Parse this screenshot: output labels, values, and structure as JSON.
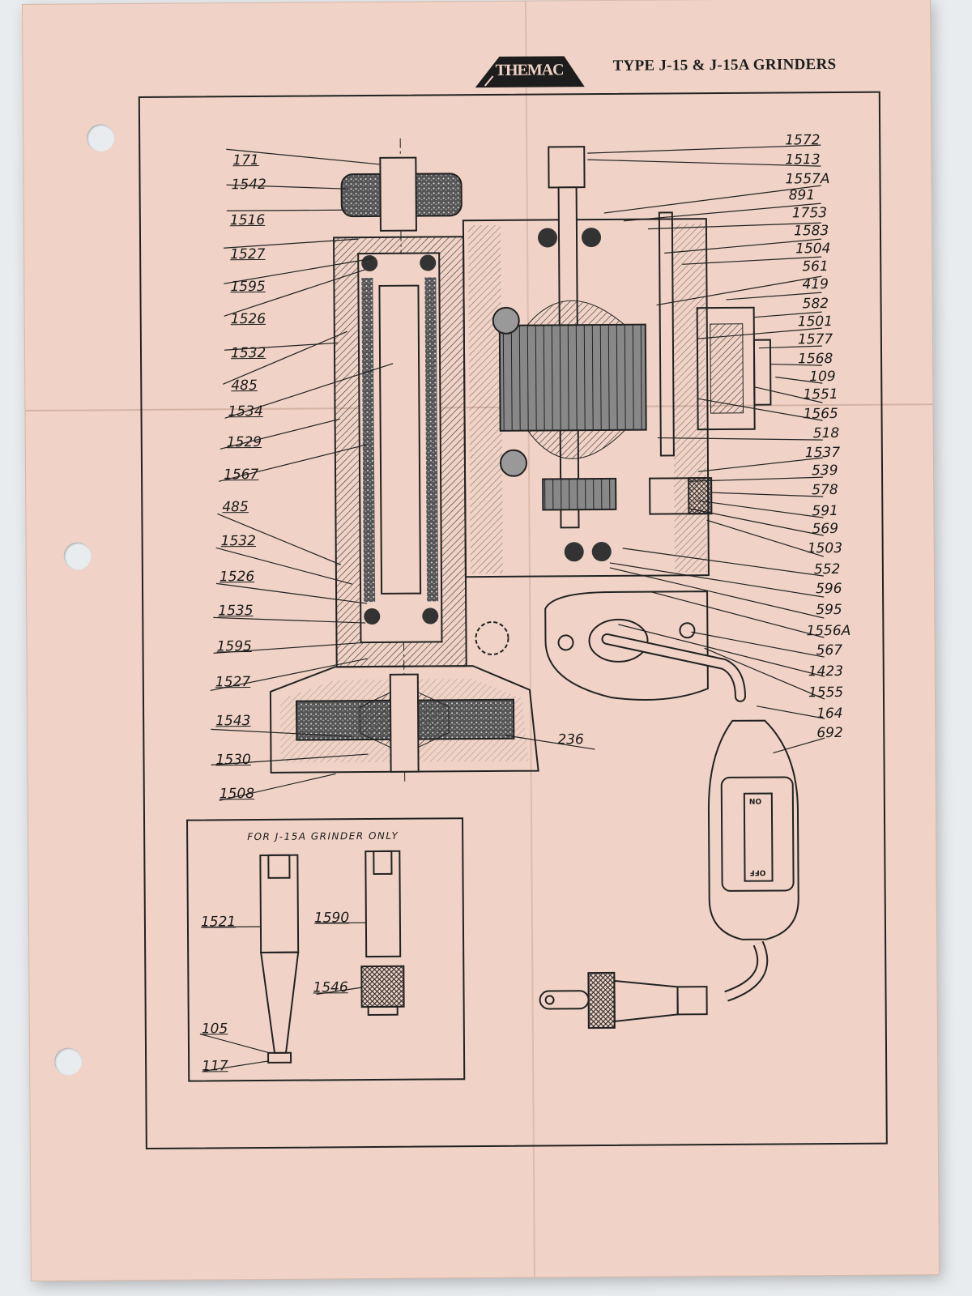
{
  "header": {
    "brand": "THEMAC",
    "title": "TYPE J-15 & J-15A GRINDERS"
  },
  "inset": {
    "title": "FOR J-15A GRINDER ONLY"
  },
  "switch": {
    "on_label": "NO",
    "off_label": "OFF"
  },
  "labels": {
    "left": [
      "171",
      "1542",
      "1516",
      "1527",
      "1595",
      "1526",
      "1532",
      "485",
      "1534",
      "1529",
      "1567",
      "485",
      "1532",
      "1526",
      "1535",
      "1595",
      "1527",
      "1543",
      "1530",
      "1508"
    ],
    "right": [
      "1572",
      "1513",
      "1557A",
      "891",
      "1753",
      "1583",
      "1504",
      "561",
      "419",
      "582",
      "1501",
      "1577",
      "1568",
      "109",
      "1551",
      "1565",
      "518",
      "1537",
      "539",
      "578",
      "591",
      "569",
      "1503",
      "552",
      "596",
      "595",
      "1556A",
      "567",
      "1423",
      "1555",
      "164",
      "692"
    ],
    "wheel": "236",
    "inset": [
      "1521",
      "1590",
      "1546",
      "105",
      "117"
    ]
  }
}
